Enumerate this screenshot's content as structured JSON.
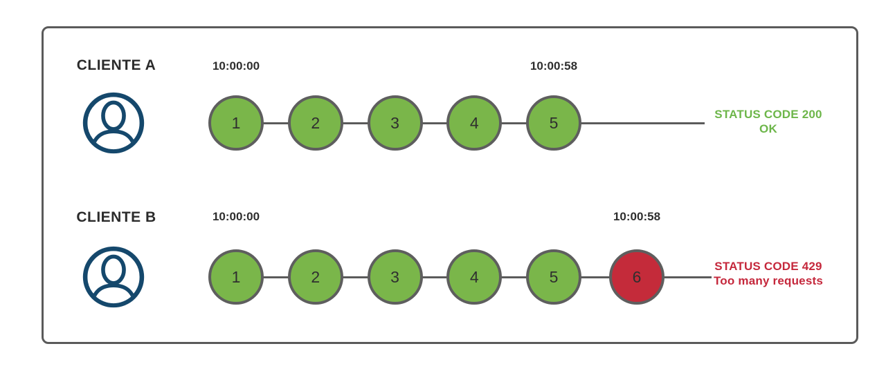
{
  "diagram": {
    "rows": [
      {
        "client": "CLIENTE A",
        "start_time": "10:00:00",
        "end_time": "10:00:58",
        "requests": [
          {
            "label": "1",
            "state": "ok"
          },
          {
            "label": "2",
            "state": "ok"
          },
          {
            "label": "3",
            "state": "ok"
          },
          {
            "label": "4",
            "state": "ok"
          },
          {
            "label": "5",
            "state": "ok"
          }
        ],
        "status": {
          "line1": "STATUS CODE 200",
          "line2": "OK",
          "state": "ok"
        }
      },
      {
        "client": "CLIENTE B",
        "start_time": "10:00:00",
        "end_time": "10:00:58",
        "requests": [
          {
            "label": "1",
            "state": "ok"
          },
          {
            "label": "2",
            "state": "ok"
          },
          {
            "label": "3",
            "state": "ok"
          },
          {
            "label": "4",
            "state": "ok"
          },
          {
            "label": "5",
            "state": "ok"
          },
          {
            "label": "6",
            "state": "blocked"
          }
        ],
        "status": {
          "line1": "STATUS CODE 429",
          "line2": "Too many requests",
          "state": "blocked"
        }
      }
    ],
    "icons": {
      "client_avatar": "user-icon"
    },
    "colors": {
      "request_ok_fill": "#7AB64A",
      "request_blocked_fill": "#C42B3A",
      "status_ok_text": "#6DB64A",
      "status_blocked_text": "#C5283C",
      "avatar_stroke": "#15486C",
      "outline_gray": "#5A5A5A"
    }
  }
}
